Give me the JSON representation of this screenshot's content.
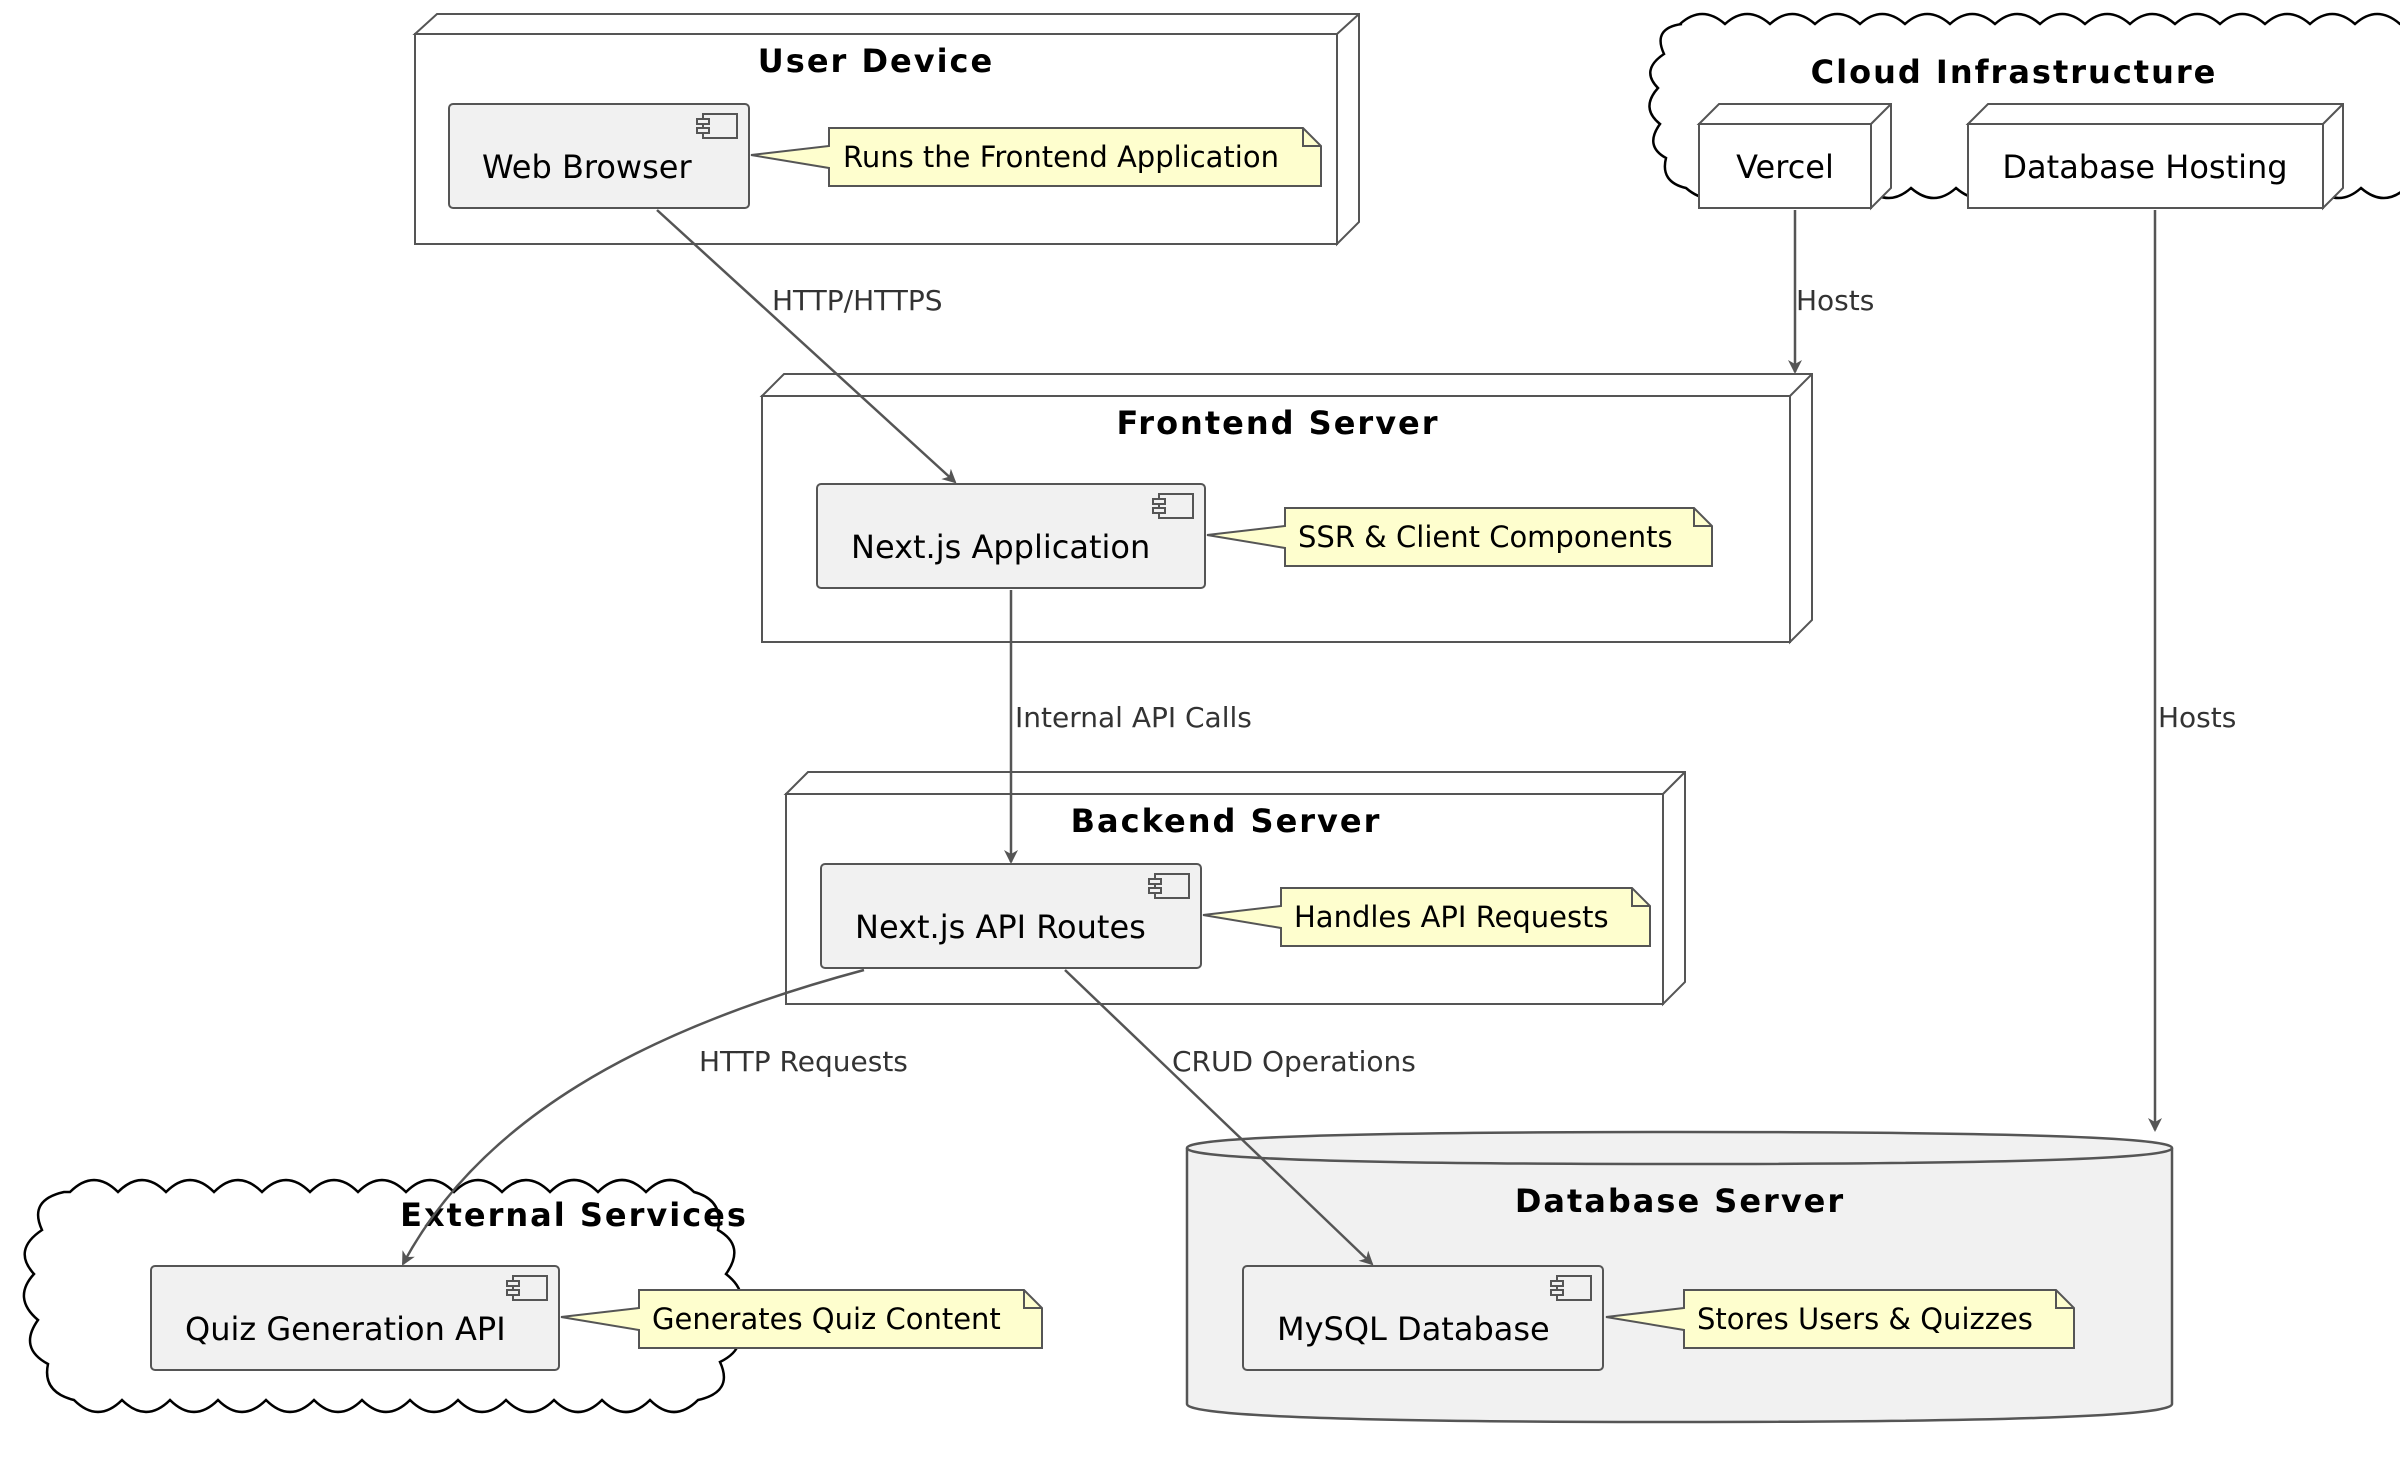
{
  "diagram": {
    "nodes": {
      "user_device": {
        "title": "User Device"
      },
      "cloud_infra": {
        "title": "Cloud Infrastructure"
      },
      "frontend_server": {
        "title": "Frontend Server"
      },
      "backend_server": {
        "title": "Backend Server"
      },
      "external_services": {
        "title": "External Services"
      },
      "database_server": {
        "title": "Database Server"
      }
    },
    "components": {
      "web_browser": "Web Browser",
      "vercel": "Vercel",
      "database_hosting": "Database Hosting",
      "nextjs_app": "Next.js Application",
      "nextjs_api": "Next.js API Routes",
      "quiz_api": "Quiz Generation API",
      "mysql_db": "MySQL Database"
    },
    "notes": {
      "web_browser": "Runs the Frontend Application",
      "nextjs_app": "SSR & Client Components",
      "nextjs_api": "Handles API Requests",
      "quiz_api": "Generates Quiz Content",
      "mysql_db": "Stores Users & Quizzes"
    },
    "edges": {
      "browser_to_app": "HTTP/HTTPS",
      "vercel_hosts": "Hosts",
      "db_hosting_hosts": "Hosts",
      "app_to_api": "Internal API Calls",
      "api_to_quiz": "HTTP Requests",
      "api_to_db": "CRUD Operations"
    }
  }
}
